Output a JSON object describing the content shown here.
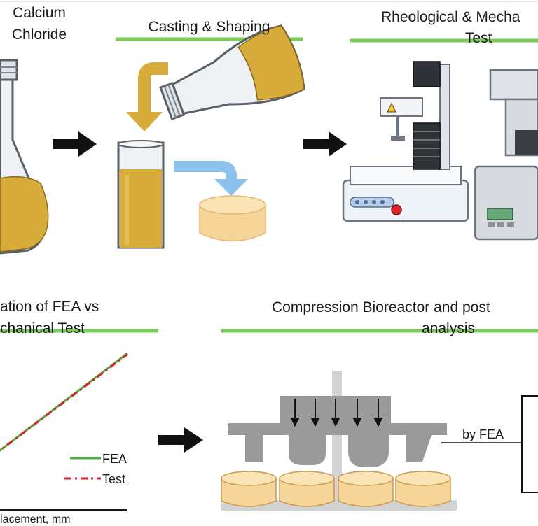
{
  "labels": {
    "calcium_line1": "Calcium",
    "calcium_line2": "Chloride",
    "casting": "Casting & Shaping",
    "rheo_line1": "Rheological & Mecha",
    "rheo_line2": "Test",
    "validation_line1": "ation of FEA vs",
    "validation_line2": "chanical Test",
    "bioreactor_line1": "Compression Bioreactor and post",
    "bioreactor_line2": "analysis",
    "by_fea": "by FEA",
    "x_axis": "lacement, mm"
  },
  "legend": [
    {
      "label": "FEA",
      "color": "#4caf3f",
      "style": "solid"
    },
    {
      "label": "Test",
      "color": "#d9262b",
      "style": "dash-dot"
    }
  ],
  "colors": {
    "section_rule": "#7ccb5d",
    "liquid": "#d8ac3a",
    "arrow_gold": "#d8ac3a",
    "arrow_blue": "#8cc2ec",
    "gel_disc": "#f6d59a",
    "apparatus": "#9a9a9a"
  },
  "chart_data": {
    "type": "line",
    "xlabel": "lacement, mm",
    "series": [
      {
        "name": "FEA",
        "x": [
          0,
          1
        ],
        "y": [
          0,
          1
        ]
      },
      {
        "name": "Test",
        "x": [
          0,
          1
        ],
        "y": [
          0,
          0.99
        ]
      }
    ]
  }
}
